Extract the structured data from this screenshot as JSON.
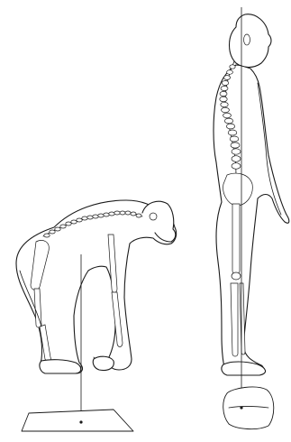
{
  "figures": [
    {
      "id": "chimpanzee",
      "posture": "quadrupedal",
      "base_shape": "parallelogram"
    },
    {
      "id": "human",
      "posture": "bipedal",
      "base_shape": "footprint-outline"
    }
  ],
  "colors": {
    "ink": "#1a1a1a",
    "background": "#ffffff"
  }
}
